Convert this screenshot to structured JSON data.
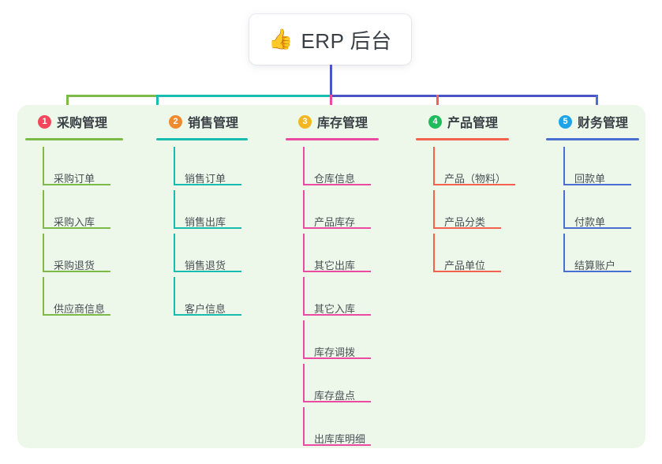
{
  "diagram": {
    "title": {
      "emoji": "👍",
      "emoji_name": "thumbs-up-emoji",
      "text": "ERP 后台"
    },
    "panel_background": "#eef8ea",
    "connector_colors": {
      "root_stem": "#4a54c4",
      "segment_green": "#7cbb47",
      "segment_teal": "#18bdb0",
      "segment_blue": "#4a54c4"
    },
    "columns": [
      {
        "index": "1",
        "badge_color": "#f4475c",
        "line_color": "#7cbb47",
        "title": "采购管理",
        "items": [
          "采购订单",
          "采购入库",
          "采购退货",
          "供应商信息"
        ]
      },
      {
        "index": "2",
        "badge_color": "#f08a2e",
        "line_color": "#18bdb0",
        "title": "销售管理",
        "items": [
          "销售订单",
          "销售出库",
          "销售退货",
          "客户信息"
        ]
      },
      {
        "index": "3",
        "badge_color": "#f5b720",
        "line_color": "#ea4aa0",
        "title": "库存管理",
        "items": [
          "仓库信息",
          "产品库存",
          "其它出库",
          "其它入库",
          "库存调拨",
          "库存盘点",
          "出库库明细"
        ]
      },
      {
        "index": "4",
        "badge_color": "#1fbb5c",
        "line_color": "#f4614e",
        "title": "产品管理",
        "items": [
          "产品（物料）",
          "产品分类",
          "产品单位"
        ]
      },
      {
        "index": "5",
        "badge_color": "#1ca4e8",
        "line_color": "#4a6fd0",
        "title": "财务管理",
        "items": [
          "回款单",
          "付款单",
          "结算账户"
        ]
      }
    ]
  }
}
